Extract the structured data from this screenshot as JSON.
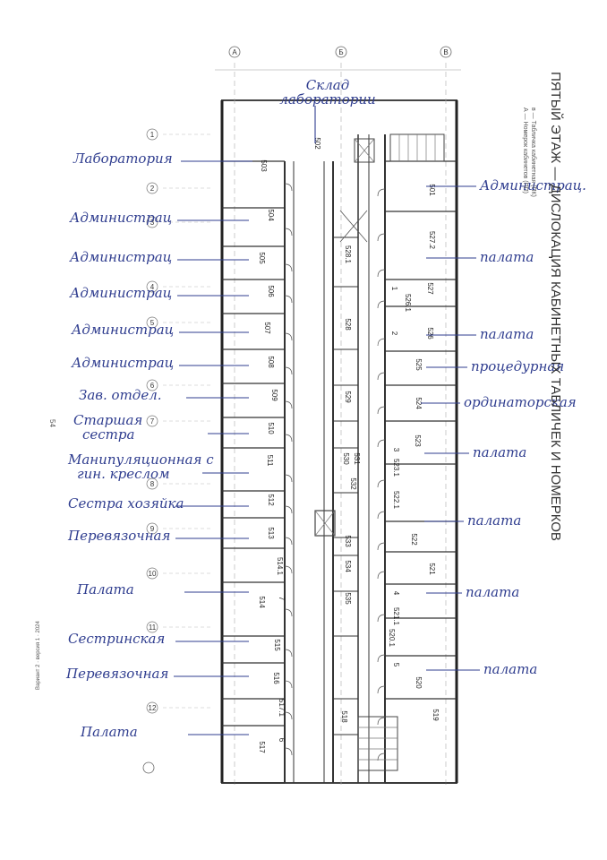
{
  "title": "ПЯТЫЙ ЭТАЖ — ДИСЛОКАЦИЯ КАБИНЕТНЫХ ТАБЛИЧЕК И НОМЕРКОВ",
  "legend": [
    "в — Табличка кабинетная (ПК)",
    "А — Номерок кабинетов (ПП)"
  ],
  "page_number": "54",
  "footer_text": "Вариант 2 · версия 1 · 2024",
  "grid_labels": {
    "top": [
      "А",
      "Б",
      "В"
    ],
    "side": [
      "1",
      "2",
      "3",
      "4",
      "5",
      "6",
      "7",
      "8",
      "9",
      "10",
      "11",
      "12"
    ]
  },
  "rooms": {
    "left": [
      {
        "id": "502"
      },
      {
        "id": "503"
      },
      {
        "id": "504"
      },
      {
        "id": "505"
      },
      {
        "id": "506"
      },
      {
        "id": "507"
      },
      {
        "id": "508"
      },
      {
        "id": "509"
      },
      {
        "id": "510"
      },
      {
        "id": "511"
      },
      {
        "id": "512"
      },
      {
        "id": "513"
      },
      {
        "id": "514.1"
      },
      {
        "id": "514"
      },
      {
        "id": "515"
      },
      {
        "id": "516"
      },
      {
        "id": "517.1"
      },
      {
        "id": "517"
      }
    ],
    "middle": [
      {
        "id": "528.1"
      },
      {
        "id": "528"
      },
      {
        "id": "529"
      },
      {
        "id": "530"
      },
      {
        "id": "531"
      },
      {
        "id": "532"
      },
      {
        "id": "533"
      },
      {
        "id": "534"
      },
      {
        "id": "535"
      },
      {
        "id": "518"
      }
    ],
    "right": [
      {
        "id": "501"
      },
      {
        "id": "527.2"
      },
      {
        "id": "527"
      },
      {
        "id": "526.1"
      },
      {
        "id": "526"
      },
      {
        "id": "525"
      },
      {
        "id": "524"
      },
      {
        "id": "523"
      },
      {
        "id": "523.1"
      },
      {
        "id": "522.1"
      },
      {
        "id": "522"
      },
      {
        "id": "521"
      },
      {
        "id": "521.1"
      },
      {
        "id": "520.1"
      },
      {
        "id": "520"
      },
      {
        "id": "519"
      }
    ],
    "ward_numbers": [
      "1",
      "2",
      "3",
      "4",
      "5",
      "6",
      "7"
    ]
  },
  "annotations": {
    "top": "Склад лаборатории",
    "left": [
      "Лаборатория",
      "Администрац",
      "Администрац",
      "Администрац",
      "Администрац",
      "Администрац",
      "Зав. отдел.",
      "Старшая сестра",
      "Манипуляционная с гин. креслом",
      "Сестра хозяйка",
      "Перевязочная",
      "Палата",
      "Сестринская",
      "Перевязочная",
      "Палата"
    ],
    "right": [
      "Администрац.",
      "палата",
      "палата",
      "процедурная",
      "ординаторская",
      "палата",
      "палата",
      "палата",
      "палата"
    ]
  }
}
